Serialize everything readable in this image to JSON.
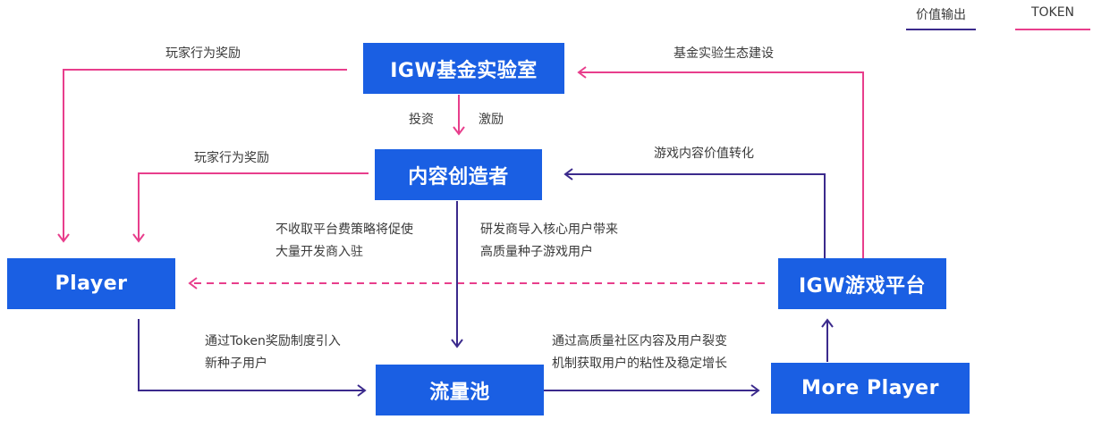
{
  "legend": {
    "value_output": {
      "label": "价值输出",
      "color": "#3b2a8c"
    },
    "token": {
      "label": "TOKEN",
      "color": "#e83e8c"
    }
  },
  "nodes": {
    "lab": "IGW基金实验室",
    "creator": "内容创造者",
    "player": "Player",
    "platform": "IGW游戏平台",
    "pool": "流量池",
    "more_player": "More Player"
  },
  "edges": {
    "lab_to_player": "玩家行为奖励",
    "platform_to_lab": "基金实验生态建设",
    "lab_to_creator_invest": "投资",
    "lab_to_creator_incentive": "激励",
    "creator_to_player": "玩家行为奖励",
    "platform_to_creator": "游戏内容价值转化",
    "creator_to_pool_left": [
      "不收取平台费策略将促使",
      "大量开发商入驻"
    ],
    "creator_to_pool_right": [
      "研发商导入核心用户带来",
      "高质量种子游戏用户"
    ],
    "player_to_pool": [
      "通过Token奖励制度引入",
      "新种子用户"
    ],
    "pool_to_more_player": [
      "通过高质量社区内容及用户裂变",
      "机制获取用户的粘性及稳定增长"
    ]
  },
  "colors": {
    "node_bg": "#1a5fe3",
    "value_line": "#3b2a8c",
    "token_line": "#e83e8c"
  }
}
